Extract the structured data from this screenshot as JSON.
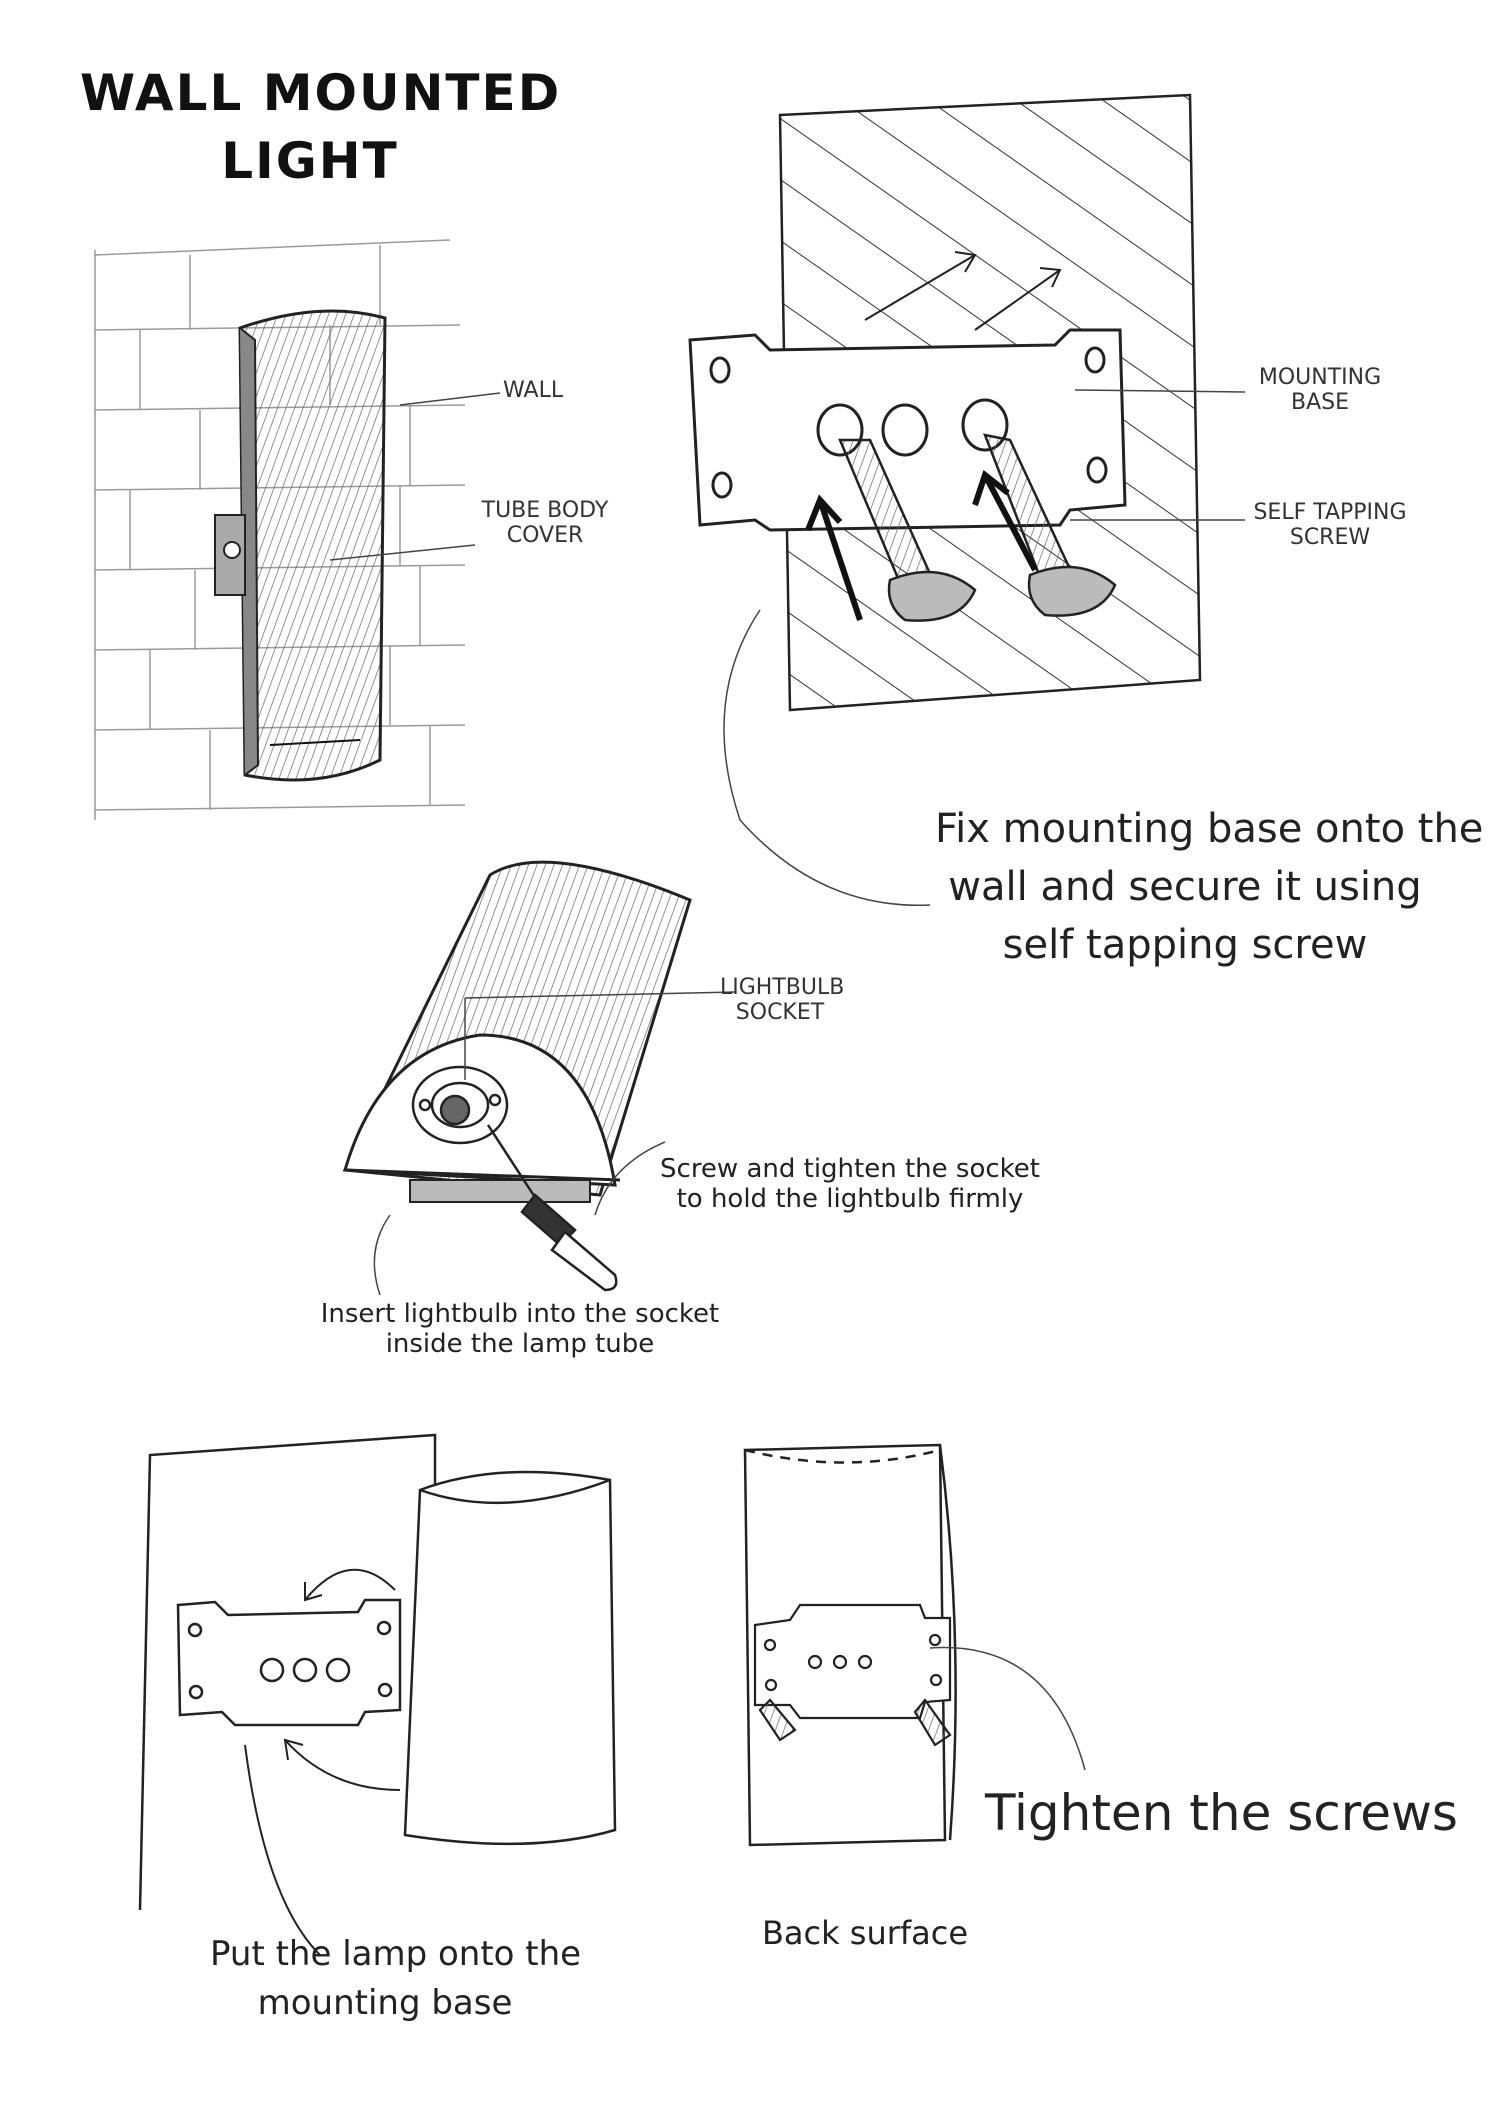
{
  "title": {
    "line1": "WALL MOUNTED",
    "line2": "LIGHT"
  },
  "labels": {
    "wall": "WALL",
    "tube_body_cover": [
      "TUBE BODY",
      "COVER"
    ],
    "mounting_base": [
      "MOUNTING",
      "BASE"
    ],
    "self_tapping_screw": [
      "SELF TAPPING",
      "SCREW"
    ],
    "lightbulb_socket": [
      "LIGHTBULB",
      "SOCKET"
    ]
  },
  "instructions": {
    "fix_base": [
      "Fix mounting base onto the",
      "wall and secure it using",
      "self tapping screw"
    ],
    "tighten_socket": [
      "Screw and tighten the socket",
      "to hold the lightbulb firmly"
    ],
    "insert_bulb": [
      "Insert lightbulb into the socket",
      "inside the lamp tube"
    ],
    "put_lamp": [
      "Put the lamp onto the",
      "mounting base"
    ],
    "tighten_screws": "Tighten the screws",
    "back_surface": "Back surface"
  },
  "colors": {
    "ink": "#222222",
    "shade": "#555555",
    "paper": "#ffffff"
  }
}
